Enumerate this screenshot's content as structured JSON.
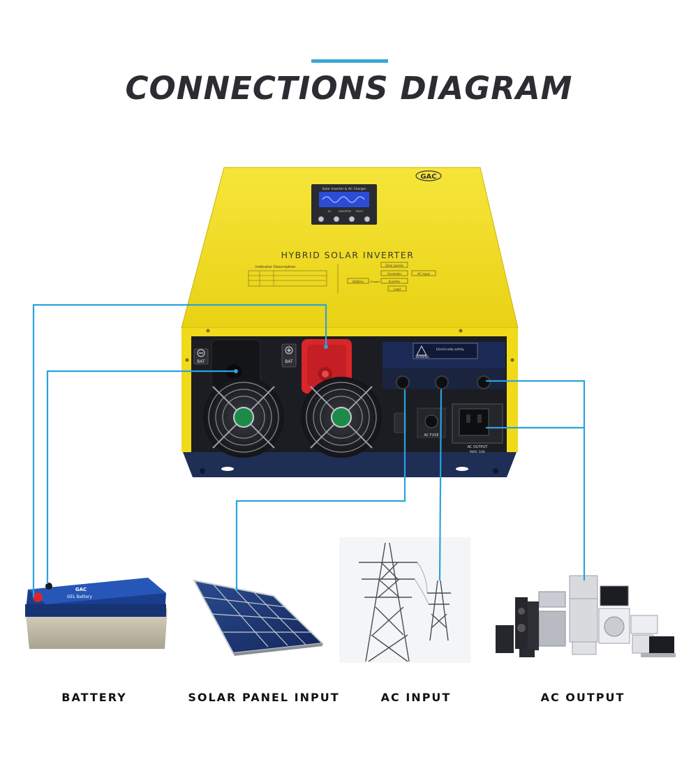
{
  "colors": {
    "accent": "#3aa6d6",
    "title": "#2b2d33",
    "inverter_yellow": "#f3df1c",
    "inverter_dark": "#1c1d22",
    "connector_red": "#d8262a",
    "wire": "#2aa2e0"
  },
  "header": {
    "title": "CONNECTIONS DIAGRAM"
  },
  "inverter": {
    "brand": "GAC",
    "panel_title": "HYBRID SOLAR INVERTER",
    "lcd_title": "Solar Inverter & AC Charger",
    "lcd_leds": [
      "AC",
      "INVERTER",
      "FAULT"
    ],
    "indicator_title": "Indicator Description",
    "flow_labels": {
      "solar": "Solar panels",
      "controller": "Controller",
      "ac_input": "AC Input",
      "battery": "Battery",
      "charger": "Charger",
      "inverter": "Inverter",
      "load": "Load"
    },
    "bat_neg": "BAT",
    "bat_pos": "BAT",
    "warning": "WARNING",
    "ac_fuse": "AC FUSE",
    "ac_output": "AC OUTPUT",
    "ac_output_max": "MAX: 10A"
  },
  "components": [
    {
      "id": "battery",
      "label": "BATTERY"
    },
    {
      "id": "solar",
      "label": "SOLAR PANEL INPUT"
    },
    {
      "id": "ac-input",
      "label": "AC INPUT"
    },
    {
      "id": "ac-output",
      "label": "AC OUTPUT"
    }
  ],
  "battery_art": {
    "brand": "GAC",
    "model": "GEL Battery"
  }
}
